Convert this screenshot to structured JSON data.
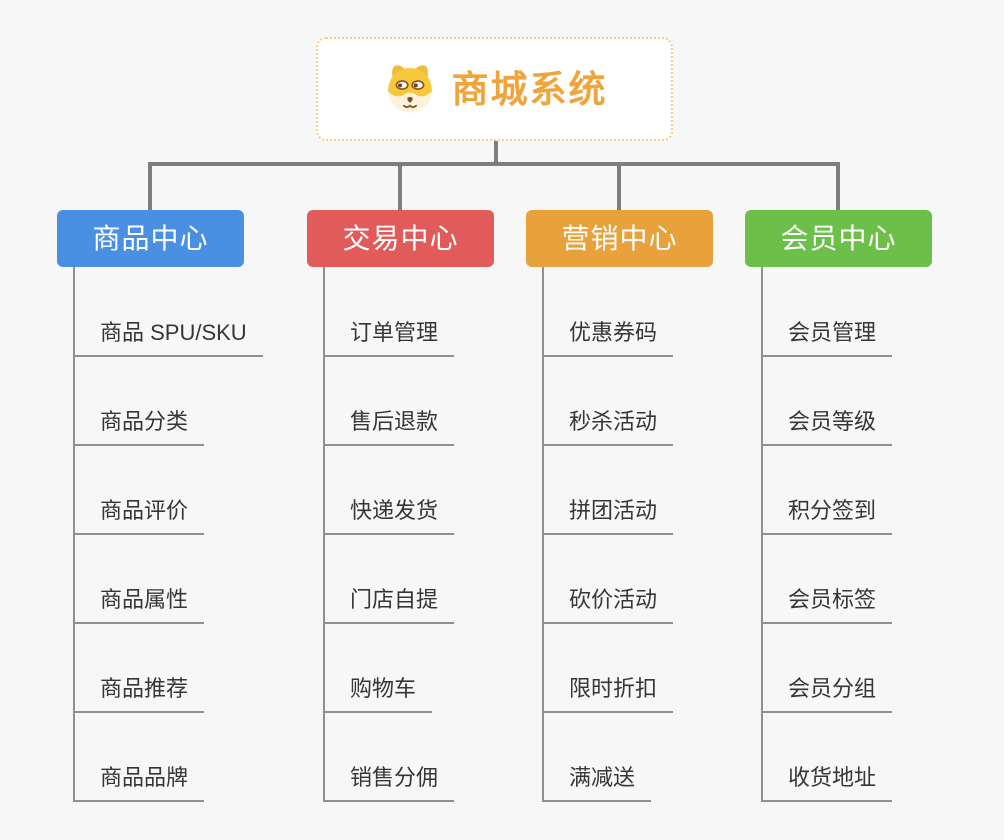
{
  "root": {
    "title": "商城系统",
    "icon": "shiba-dog-icon"
  },
  "categories": [
    {
      "label": "商品中心",
      "color": "#4a90e2",
      "items": [
        "商品 SPU/SKU",
        "商品分类",
        "商品评价",
        "商品属性",
        "商品推荐",
        "商品品牌"
      ]
    },
    {
      "label": "交易中心",
      "color": "#e25b5b",
      "items": [
        "订单管理",
        "售后退款",
        "快递发货",
        "门店自提",
        "购物车",
        "销售分佣"
      ]
    },
    {
      "label": "营销中心",
      "color": "#e9a23b",
      "items": [
        "优惠券码",
        "秒杀活动",
        "拼团活动",
        "砍价活动",
        "限时折扣",
        "满减送"
      ]
    },
    {
      "label": "会员中心",
      "color": "#6cc04a",
      "items": [
        "会员管理",
        "会员等级",
        "积分签到",
        "会员标签",
        "会员分组",
        "收货地址"
      ]
    }
  ],
  "colors": {
    "background": "#f7f7f7",
    "connector": "#7e7e7e",
    "leaf_line": "#909090",
    "root_border": "#f3cc88",
    "root_text": "#efa53c"
  }
}
